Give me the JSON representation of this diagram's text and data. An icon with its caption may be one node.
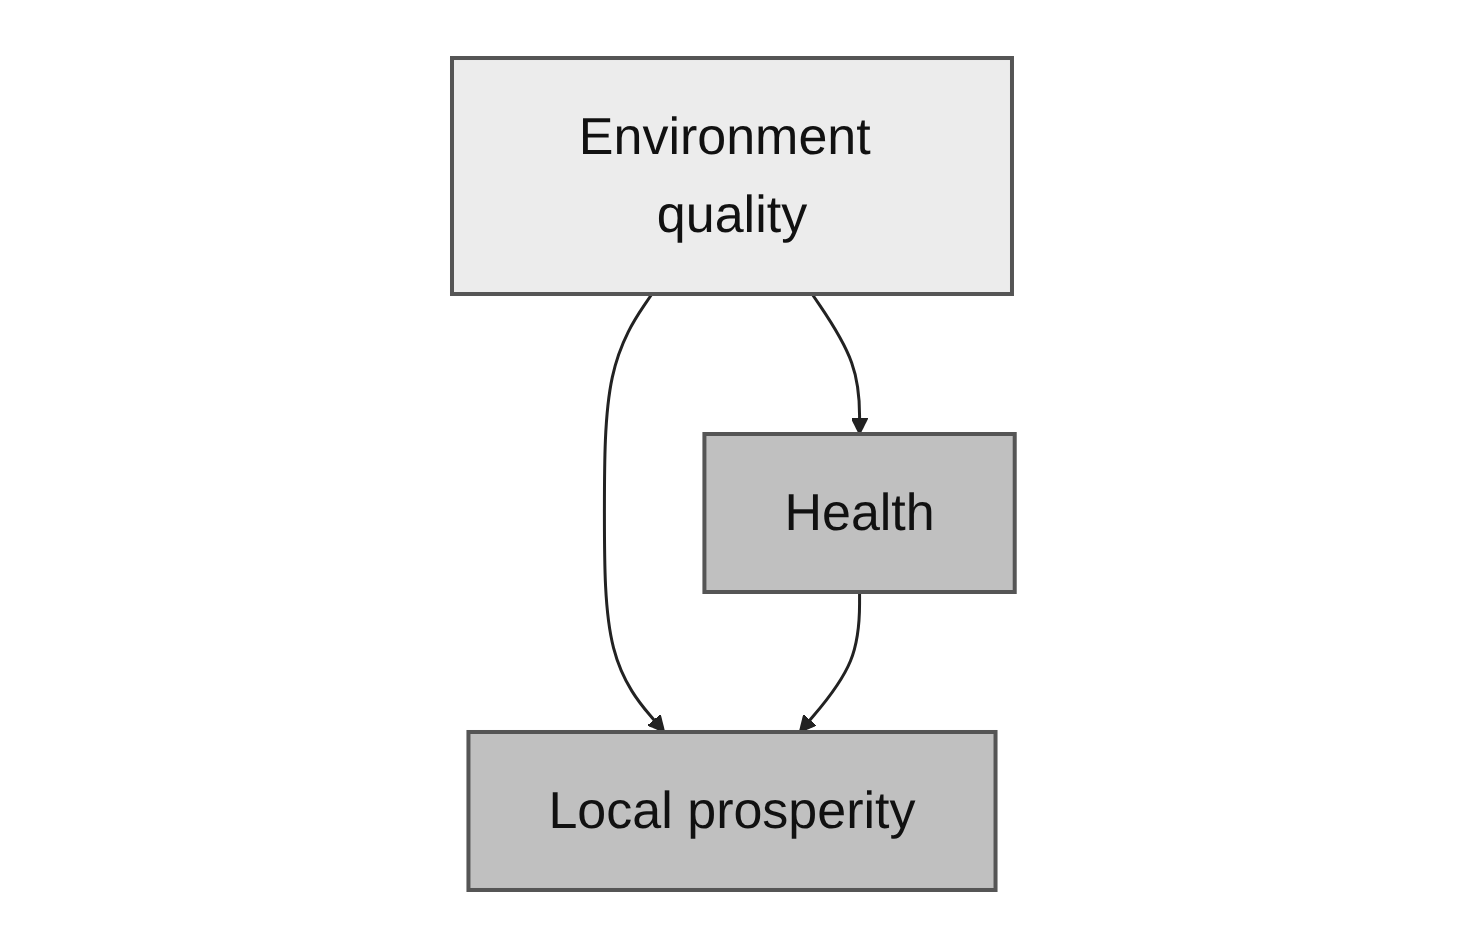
{
  "diagram": {
    "nodes": [
      {
        "text": [
          "Environment quality"
        ]
      },
      {
        "text": [
          "Local prosperity"
        ]
      },
      {
        "text": [
          "Health"
        ]
      }
    ],
    "edges": [
      {
        "from": 0,
        "to": 1,
        "arrow": "to"
      },
      {
        "from": 0,
        "to": 2,
        "arrow": "to"
      },
      {
        "from": 2,
        "to": 1,
        "arrow": "to"
      }
    ]
  }
}
